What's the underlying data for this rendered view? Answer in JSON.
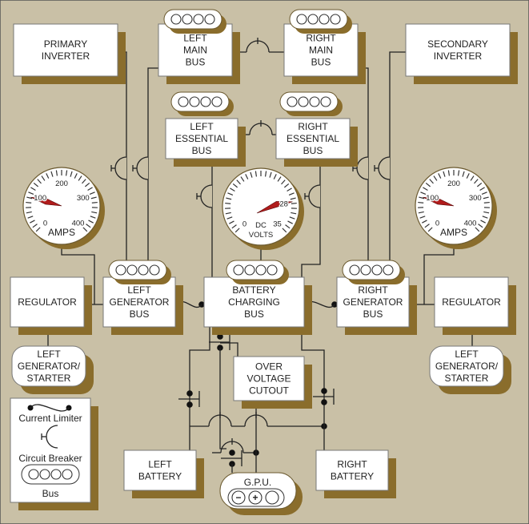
{
  "boxes": {
    "primary_inverter": [
      "PRIMARY",
      "INVERTER"
    ],
    "left_main_bus": [
      "LEFT",
      "MAIN",
      "BUS"
    ],
    "right_main_bus": [
      "RIGHT",
      "MAIN",
      "BUS"
    ],
    "secondary_inverter": [
      "SECONDARY",
      "INVERTER"
    ],
    "left_essential_bus": [
      "LEFT",
      "ESSENTIAL",
      "BUS"
    ],
    "right_essential_bus": [
      "RIGHT",
      "ESSENTIAL",
      "BUS"
    ],
    "left_regulator": [
      "REGULATOR"
    ],
    "left_generator_bus": [
      "LEFT",
      "GENERATOR",
      "BUS"
    ],
    "battery_charging_bus": [
      "BATTERY",
      "CHARGING",
      "BUS"
    ],
    "right_generator_bus": [
      "RIGHT",
      "GENERATOR",
      "BUS"
    ],
    "right_regulator": [
      "REGULATOR"
    ],
    "left_generator_starter": [
      "LEFT",
      "GENERATOR/",
      "STARTER"
    ],
    "right_generator_starter": [
      "LEFT",
      "GENERATOR/",
      "STARTER"
    ],
    "over_voltage_cutout": [
      "OVER",
      "VOLTAGE",
      "CUTOUT"
    ],
    "left_battery": [
      "LEFT",
      "BATTERY"
    ],
    "right_battery": [
      "RIGHT",
      "BATTERY"
    ]
  },
  "gpu": {
    "label": "G.P.U.",
    "minus": "−",
    "plus": "+"
  },
  "gauges": {
    "left_amps": {
      "ticks": [
        "0",
        "100",
        "200",
        "300",
        "400"
      ],
      "unit": [
        "AMPS"
      ],
      "min": 0,
      "max": 400,
      "value": 90
    },
    "dc_volts": {
      "ticks": [
        "0",
        "28",
        "35"
      ],
      "unit": [
        "DC",
        "VOLTS"
      ],
      "min": 0,
      "max": 35,
      "value": 28
    },
    "right_amps": {
      "ticks": [
        "0",
        "100",
        "200",
        "300",
        "400"
      ],
      "unit": [
        "AMPS"
      ],
      "min": 0,
      "max": 400,
      "value": 90
    }
  },
  "legend": {
    "current_limiter": "Current Limiter",
    "circuit_breaker": "Circuit Breaker",
    "bus": "Bus"
  },
  "colors": {
    "background": "#c9c0a6",
    "shadow": "#8a6d2c",
    "needle": "#b01c1c",
    "box": "#ffffff"
  }
}
